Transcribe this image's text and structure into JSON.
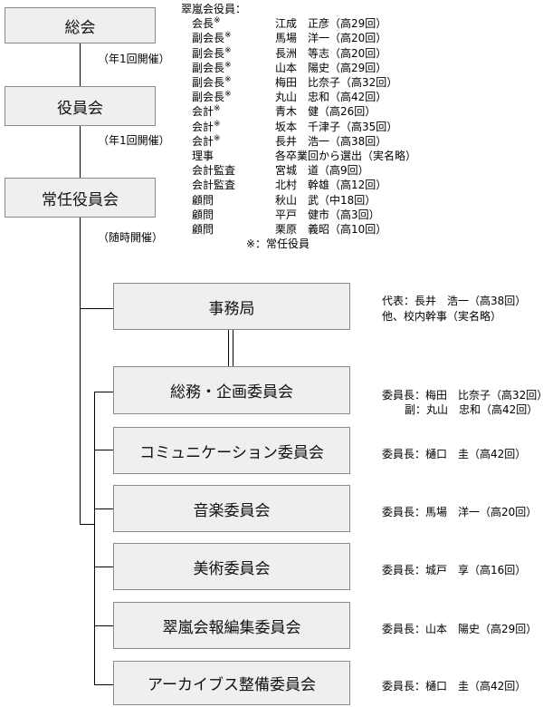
{
  "top": {
    "general_meeting": "総会",
    "general_meeting_freq": "（年1回開催）",
    "board": "役員会",
    "board_freq": "（年1回開催）",
    "standing_board": "常任役員会",
    "standing_board_freq": "（随時開催）"
  },
  "officers": {
    "heading": "翠嵐会役員：",
    "mark": "※",
    "rows": [
      {
        "role": "会長",
        "mark": "※",
        "name": "江成　正彦（高29回）"
      },
      {
        "role": "副会長",
        "mark": "※",
        "name": "馬場　洋一（高20回）"
      },
      {
        "role": "副会長",
        "mark": "※",
        "name": "長洲　等志（高20回）"
      },
      {
        "role": "副会長",
        "mark": "※",
        "name": "山本　陽史（高29回）"
      },
      {
        "role": "副会長",
        "mark": "※",
        "name": "梅田　比奈子（高32回）"
      },
      {
        "role": "副会長",
        "mark": "※",
        "name": "丸山　忠和（高42回）"
      },
      {
        "role": "会計",
        "mark": "※",
        "name": "青木　健（高26回）"
      },
      {
        "role": "会計",
        "mark": "※",
        "name": "坂本　千津子（高35回）"
      },
      {
        "role": "会計",
        "mark": "※",
        "name": "長井　浩一（高38回）"
      },
      {
        "role": "理事",
        "mark": "",
        "name": "各卒業回から選出（実名略）"
      },
      {
        "role": "会計監査",
        "mark": "",
        "name": "宮城　道（高9回）"
      },
      {
        "role": "会計監査",
        "mark": "",
        "name": "北村　幹雄（高12回）"
      },
      {
        "role": "顧問",
        "mark": "",
        "name": "秋山　武（中18回）"
      },
      {
        "role": "顧問",
        "mark": "",
        "name": "平戸　健市（高3回）"
      },
      {
        "role": "顧問",
        "mark": "",
        "name": "栗原　義昭（高10回）"
      }
    ],
    "note": "※：常任役員"
  },
  "secretariat": {
    "label": "事務局",
    "desc1": "代表：長井　浩一（高38回）",
    "desc2": "他、校内幹事（実名略）"
  },
  "committees": [
    {
      "label": "総務・企画委員会",
      "desc1": "委員長：梅田　比奈子（高32回）",
      "desc2": "副：丸山　忠和（高42回）"
    },
    {
      "label": "コミュニケーション委員会",
      "desc1": "委員長：樋口　圭（高42回）"
    },
    {
      "label": "音楽委員会",
      "desc1": "委員長：馬場　洋一（高20回）"
    },
    {
      "label": "美術委員会",
      "desc1": "委員長：城戸　享（高16回）"
    },
    {
      "label": "翠嵐会報編集委員会",
      "desc1": "委員長：山本　陽史（高29回）"
    },
    {
      "label": "アーカイブス整備委員会",
      "desc1": "委員長：樋口　圭（高42回）"
    }
  ]
}
